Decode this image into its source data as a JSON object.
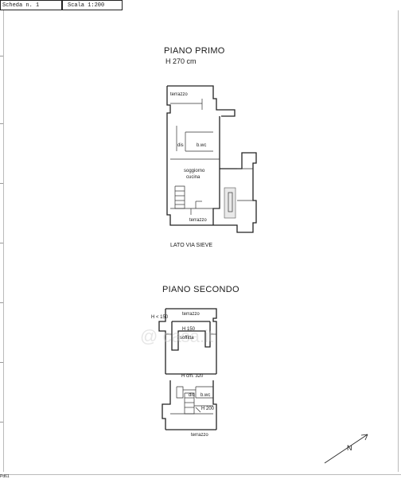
{
  "header": {
    "scheda": "Scheda n. 1",
    "scala": "Scala 1:200"
  },
  "piano_primo": {
    "title": "PIANO PRIMO",
    "height": "H 270 cm",
    "labels": {
      "terrazzo_top": "terrazzo",
      "dis": "dis",
      "bwc": "b.wc",
      "soggiorno": "soggiorno",
      "cucina": "cucina",
      "terrazzo_bottom": "terrazzo"
    },
    "caption": "LATO VIA SIEVE"
  },
  "piano_secondo": {
    "title": "PIANO SECONDO",
    "labels": {
      "h150_left": "H < 150",
      "terrazzo_top": "terrazzo",
      "h150": "H 150",
      "soffitta": "soffitta",
      "hcm320": "H cm. 320",
      "dis": "dis",
      "bwc": "b.wc",
      "h200": "H 200",
      "terrazzo_bottom": "terrazzo"
    }
  },
  "north": "N",
  "corner_note": "Pd61"
}
